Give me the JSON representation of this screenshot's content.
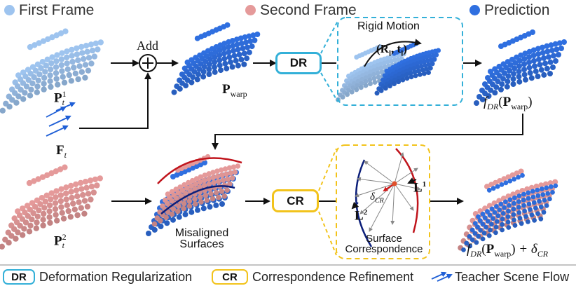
{
  "legend": {
    "first_frame": "First Frame",
    "second_frame": "Second Frame",
    "prediction": "Prediction"
  },
  "colors": {
    "first": "#9ec4ef",
    "second": "#e59a9a",
    "prediction": "#2f6fe0",
    "dr_accent": "#33b0d8",
    "cr_accent": "#f2c31b",
    "arrow_blue": "#1f5fd6",
    "curve_red": "#c0141c",
    "curve_navy": "#0c1f7a"
  },
  "labels": {
    "add": "Add",
    "pt1_main": "P",
    "pt1_sub": "t",
    "pt1_sup": "1",
    "pwarp_main": "P",
    "pwarp_sub": "warp",
    "ft_main": "F",
    "ft_sub": "t",
    "pt2_main": "P",
    "pt2_sub": "t",
    "pt2_sup": "2",
    "rigid_motion": "Rigid Motion",
    "rt_text": "(R",
    "rt_sub": "l",
    "rt_mid": ", t",
    "rt_sub2": "l",
    "rt_end": ")",
    "fdr_out": "f",
    "fdr_sub": "DR",
    "fdr_arg": "(P",
    "fdr_arg_sub": "warp",
    "fdr_close": ")",
    "final_plus": " + δ",
    "final_sub": "CR",
    "misaligned": "Misaligned",
    "surfaces": "Surfaces",
    "surface": "Surface",
    "correspondence": "Correspondence",
    "l1": "L",
    "l1_sup": "1",
    "l2": "L",
    "l2_sup": "2",
    "delta_cr": "δ",
    "delta_cr_sub": "CR"
  },
  "badges": {
    "dr": "DR",
    "cr": "CR"
  },
  "bottom_legend": {
    "dr_badge": "DR",
    "dr_text": "Deformation Regularization",
    "cr_badge": "CR",
    "cr_text": "Correspondence Refinement",
    "teacher_text": "Teacher Scene Flow"
  }
}
